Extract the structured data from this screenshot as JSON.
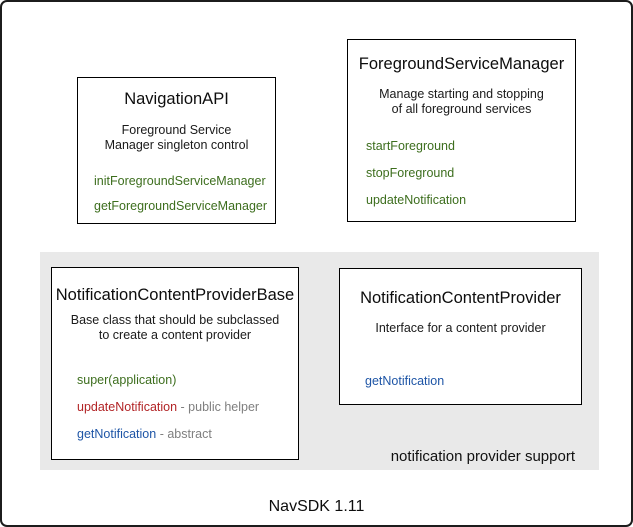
{
  "colors": {
    "green": "#3d6e1e",
    "red": "#b22426",
    "blue": "#1e55a6",
    "gray_text": "#7f7f7f",
    "panel_bg": "#e9e9e9"
  },
  "boxes": {
    "navigation_api": {
      "title": "NavigationAPI",
      "description": [
        "Foreground Service",
        "Manager singleton control"
      ],
      "methods": [
        {
          "name": "initForegroundServiceManager",
          "color": "green",
          "suffix": ""
        },
        {
          "name": "getForegroundServiceManager",
          "color": "green",
          "suffix": ""
        }
      ]
    },
    "foreground_service_manager": {
      "title": "ForegroundServiceManager",
      "description": [
        "Manage starting and stopping",
        "of all foreground services"
      ],
      "methods": [
        {
          "name": "startForeground",
          "color": "green",
          "suffix": ""
        },
        {
          "name": "stopForeground",
          "color": "green",
          "suffix": ""
        },
        {
          "name": "updateNotification",
          "color": "green",
          "suffix": ""
        }
      ]
    },
    "notification_content_provider_base": {
      "title": "NotificationContentProviderBase",
      "description": [
        "Base class that should be subclassed",
        "to create a content provider"
      ],
      "methods": [
        {
          "name": "super(application)",
          "color": "green",
          "suffix": ""
        },
        {
          "name": "updateNotification",
          "color": "red",
          "suffix": " - public helper"
        },
        {
          "name": "getNotification",
          "color": "blue",
          "suffix": " - abstract"
        }
      ]
    },
    "notification_content_provider": {
      "title": "NotificationContentProvider",
      "description": [
        "Interface for a content provider"
      ],
      "methods": [
        {
          "name": "getNotification",
          "color": "blue",
          "suffix": ""
        }
      ]
    }
  },
  "panel_label": "notification provider support",
  "footer": "NavSDK 1.11"
}
